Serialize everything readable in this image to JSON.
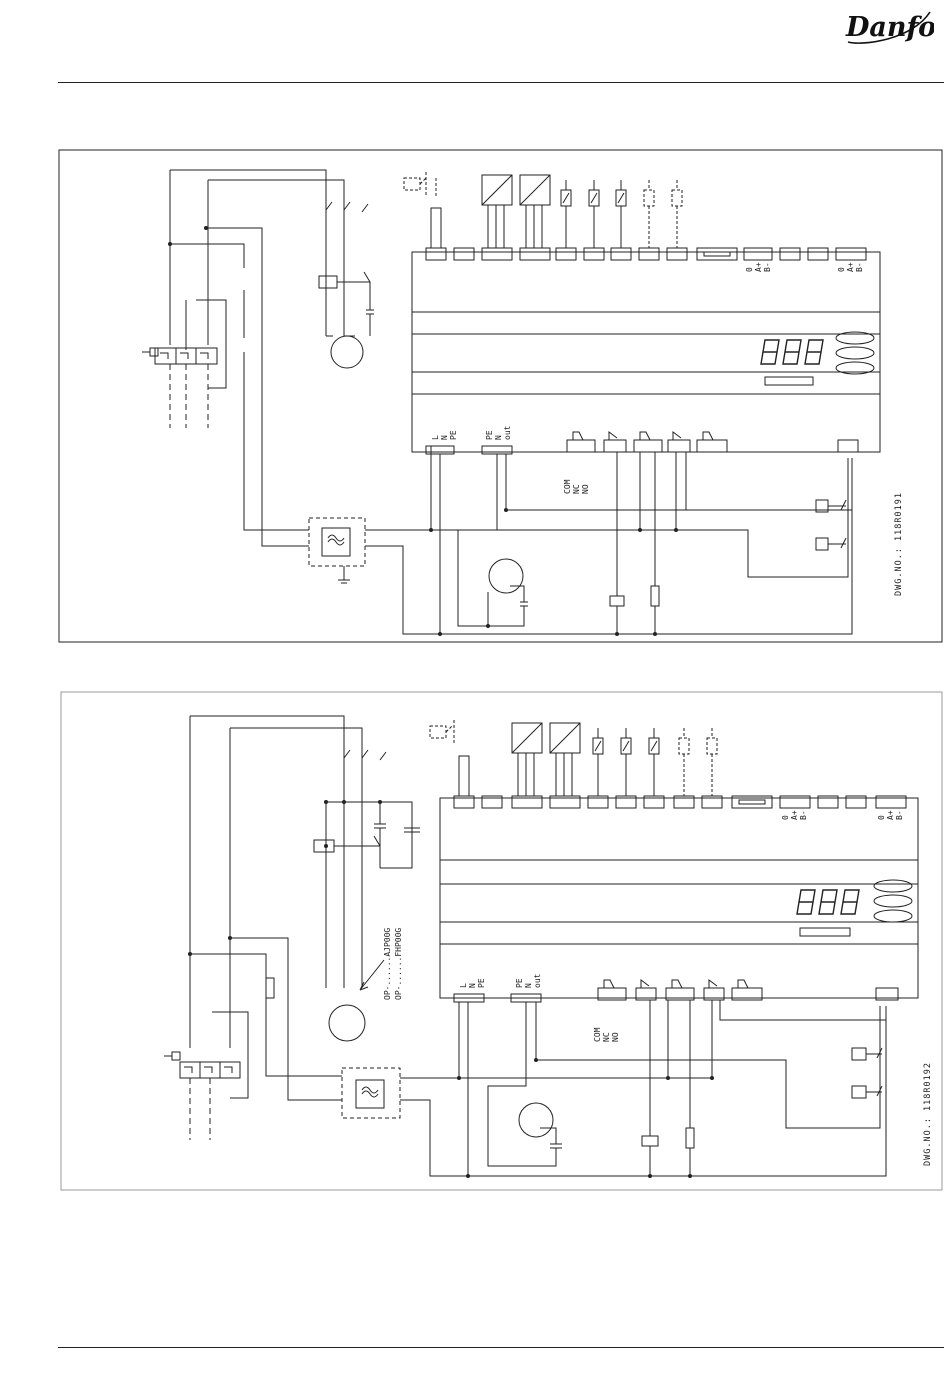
{
  "header": {
    "brand": "Danfoss"
  },
  "diagrams": [
    {
      "id": "top",
      "dwg_no": "DWG.NO.: 118R0191",
      "power_terminals": [
        "L",
        "N",
        "PE"
      ],
      "motor_terminals": [
        "PE",
        "N",
        "out"
      ],
      "relay_terminals": [
        "COM",
        "NC",
        "NO"
      ],
      "bus_terminals_1": [
        "0",
        "A+",
        "B-"
      ],
      "bus_terminals_2": [
        "0",
        "A+",
        "B-"
      ]
    },
    {
      "id": "bottom",
      "dwg_no": "DWG.NO.: 118R0192",
      "power_terminals": [
        "L",
        "N",
        "PE"
      ],
      "motor_terminals": [
        "PE",
        "N",
        "out"
      ],
      "relay_terminals": [
        "COM",
        "NC",
        "NO"
      ],
      "bus_terminals_1": [
        "0",
        "A+",
        "B-"
      ],
      "bus_terminals_2": [
        "0",
        "A+",
        "B-"
      ],
      "option_codes": [
        "OP-......AJP00G",
        "OP-......FHP00G"
      ]
    }
  ]
}
